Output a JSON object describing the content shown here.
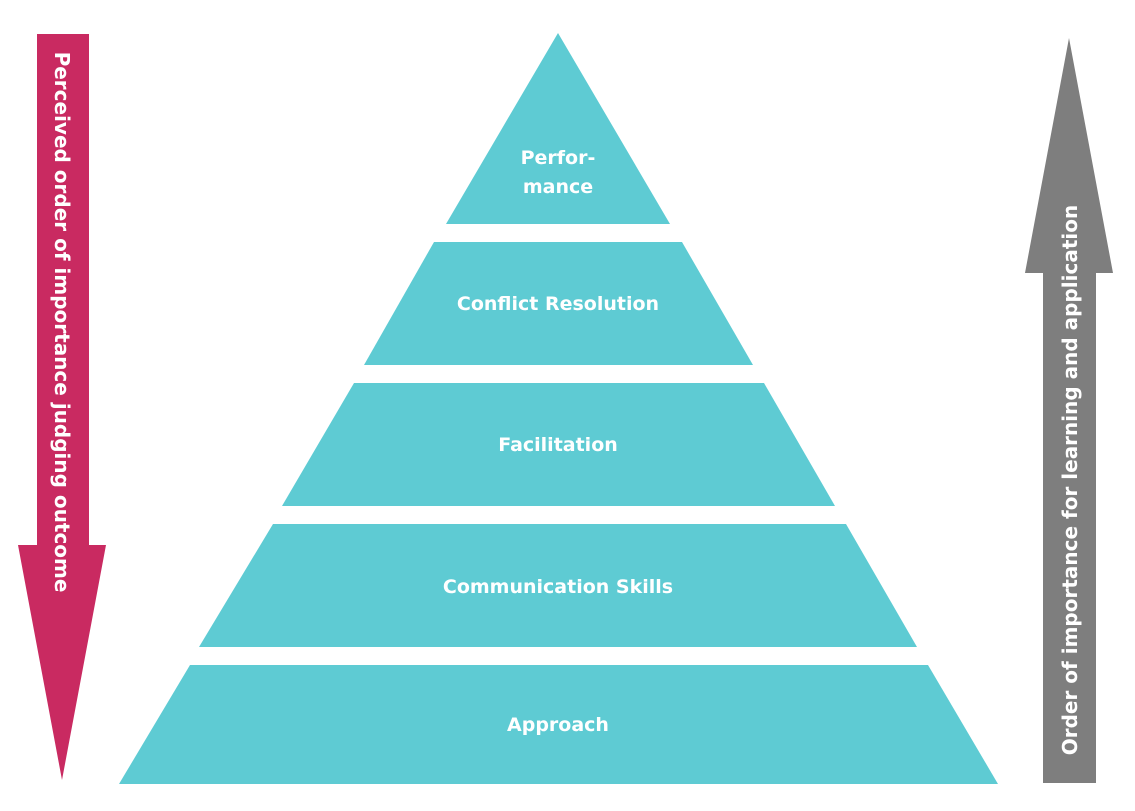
{
  "colors": {
    "pyramid_fill": "#5ecbd3",
    "left_arrow_fill": "#c92a61",
    "right_arrow_fill": "#7e7e7e",
    "text": "#ffffff"
  },
  "pyramid": {
    "tiers": [
      {
        "line1": "Perfor-",
        "line2": "mance"
      },
      {
        "line1": "Conflict Resolution"
      },
      {
        "line1": "Facilitation"
      },
      {
        "line1": "Communication Skills"
      },
      {
        "line1": "Approach"
      }
    ]
  },
  "left_arrow": {
    "label": "Perceived order of importance  judging outcome"
  },
  "right_arrow": {
    "label": "Order of importance for learning and application"
  }
}
